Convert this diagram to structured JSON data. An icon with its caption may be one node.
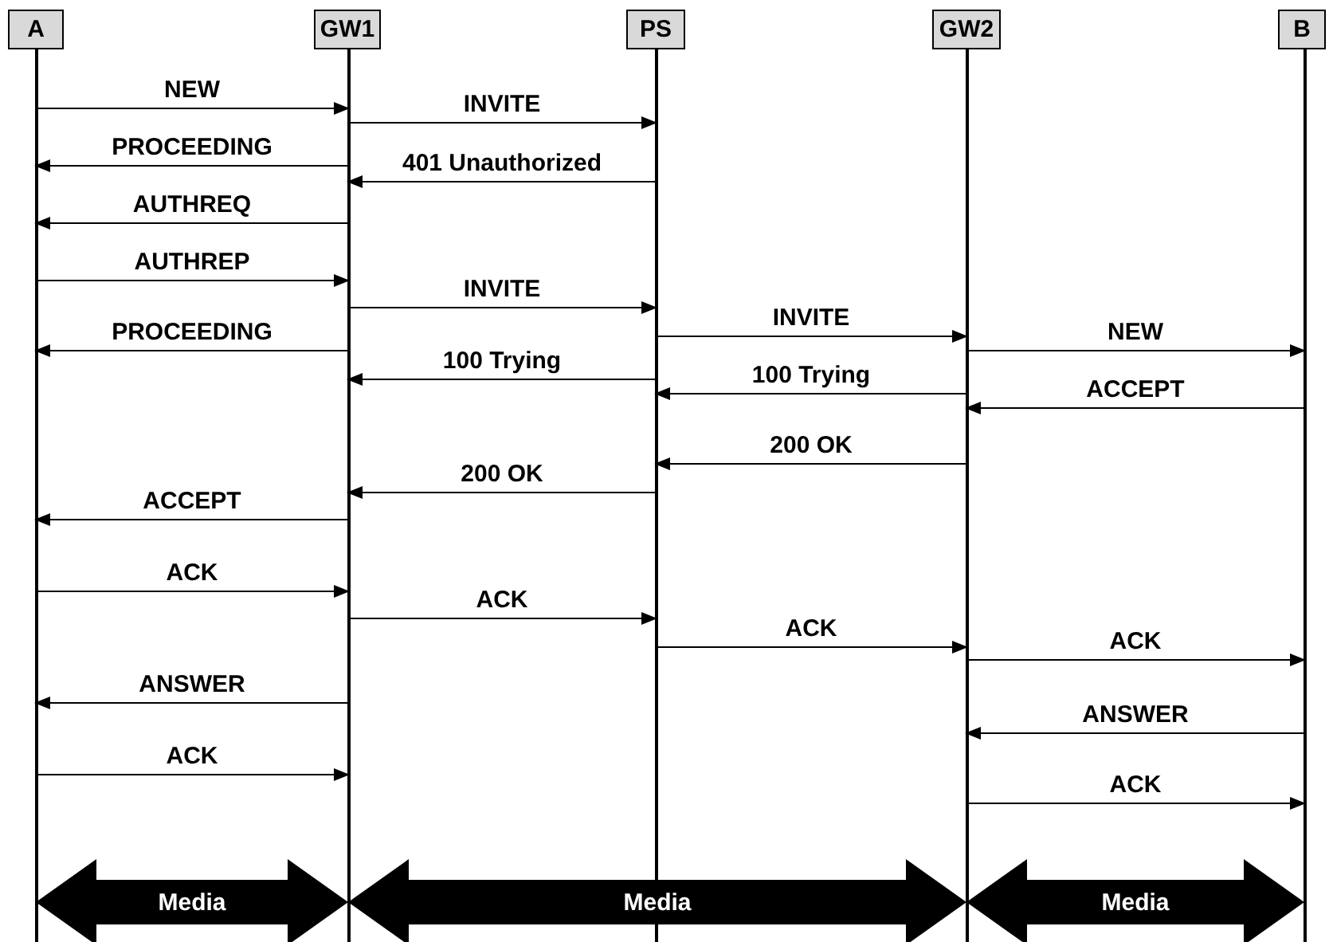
{
  "diagram": {
    "nodes": [
      {
        "text": [
          "A"
        ]
      },
      {
        "text": [
          "GW1"
        ]
      },
      {
        "text": [
          "PS"
        ]
      },
      {
        "text": [
          "GW2"
        ]
      },
      {
        "text": [
          "B"
        ]
      }
    ],
    "edges": [
      {
        "from": 0,
        "to": 1,
        "arrow": "to",
        "label": "NEW"
      },
      {
        "from": 1,
        "to": 2,
        "arrow": "to",
        "label": "INVITE"
      },
      {
        "from": 1,
        "to": 0,
        "arrow": "to",
        "label": "PROCEEDING"
      },
      {
        "from": 2,
        "to": 1,
        "arrow": "to",
        "label": "401 Unauthorized"
      },
      {
        "from": 1,
        "to": 0,
        "arrow": "to",
        "label": "AUTHREQ"
      },
      {
        "from": 0,
        "to": 1,
        "arrow": "to",
        "label": "AUTHREP"
      },
      {
        "from": 1,
        "to": 2,
        "arrow": "to",
        "label": "INVITE"
      },
      {
        "from": 2,
        "to": 3,
        "arrow": "to",
        "label": "INVITE"
      },
      {
        "from": 1,
        "to": 0,
        "arrow": "to",
        "label": "PROCEEDING"
      },
      {
        "from": 3,
        "to": 4,
        "arrow": "to",
        "label": "NEW"
      },
      {
        "from": 2,
        "to": 1,
        "arrow": "to",
        "label": "100 Trying"
      },
      {
        "from": 3,
        "to": 2,
        "arrow": "to",
        "label": "100 Trying"
      },
      {
        "from": 4,
        "to": 3,
        "arrow": "to",
        "label": "ACCEPT"
      },
      {
        "from": 3,
        "to": 2,
        "arrow": "to",
        "label": "200 OK"
      },
      {
        "from": 2,
        "to": 1,
        "arrow": "to",
        "label": "200 OK"
      },
      {
        "from": 1,
        "to": 0,
        "arrow": "to",
        "label": "ACCEPT"
      },
      {
        "from": 0,
        "to": 1,
        "arrow": "to",
        "label": "ACK"
      },
      {
        "from": 1,
        "to": 2,
        "arrow": "to",
        "label": "ACK"
      },
      {
        "from": 2,
        "to": 3,
        "arrow": "to",
        "label": "ACK"
      },
      {
        "from": 3,
        "to": 4,
        "arrow": "to",
        "label": "ACK"
      },
      {
        "from": 1,
        "to": 0,
        "arrow": "to",
        "label": "ANSWER"
      },
      {
        "from": 4,
        "to": 3,
        "arrow": "to",
        "label": "ANSWER"
      },
      {
        "from": 0,
        "to": 1,
        "arrow": "to",
        "label": "ACK"
      },
      {
        "from": 3,
        "to": 4,
        "arrow": "to",
        "label": "ACK"
      },
      {
        "from": 0,
        "to": 1,
        "arrow": "both",
        "label": "Media",
        "style": "thick"
      },
      {
        "from": 1,
        "to": 3,
        "arrow": "both",
        "label": "Media",
        "style": "thick"
      },
      {
        "from": 3,
        "to": 4,
        "arrow": "both",
        "label": "Media",
        "style": "thick"
      }
    ]
  }
}
